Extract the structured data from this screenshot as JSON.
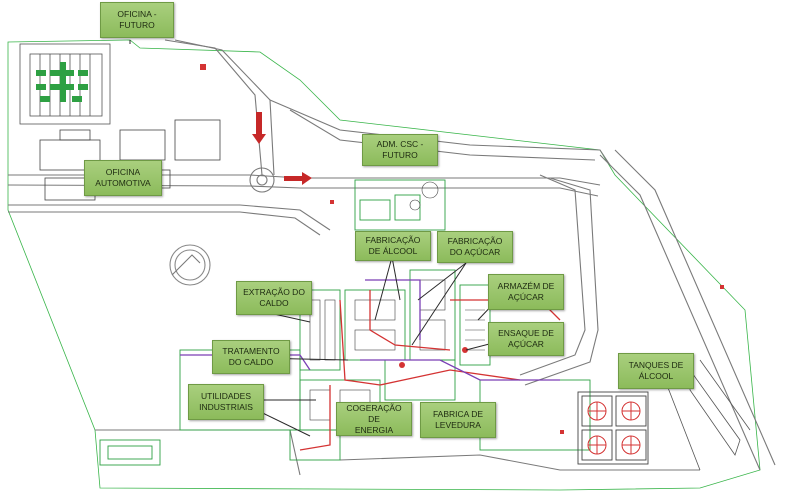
{
  "labels": {
    "oficina_futuro": "OFICINA -\nFUTURO",
    "oficina_automotiva": "OFICINA\nAUTOMOTIVA",
    "adm_csc": "ADM. CSC -\nFUTURO",
    "fabricacao_alcool": "FABRICAÇÃO\nDE ÁLCOOL",
    "fabricacao_acucar": "FABRICAÇÃO\nDO AÇÚCAR",
    "extracao_caldo": "EXTRAÇÃO DO\nCALDO",
    "armazem_acucar": "ARMAZÉM DE\nAÇÚCAR",
    "ensaque_acucar": "ENSAQUE DE\nAÇÚCAR",
    "tratamento_caldo": "TRATAMENTO\nDO CALDO",
    "tanques_alcool": "TANQUES DE\nÁLCOOL",
    "utilidades_industriais": "UTILIDADES\nINDUSTRIAIS",
    "cogeracao_energia": "COGERAÇÃO DE\nENERGIA",
    "fabrica_levedura": "FABRICA DE\nLEVEDURA"
  },
  "colors": {
    "label_fill": "#98c46a",
    "road": "#7a7a7a",
    "plant_green": "#2ea043",
    "pipe_red": "#d43333",
    "pipe_purple": "#7a3fb5",
    "flow_arrow": "#c62828"
  }
}
